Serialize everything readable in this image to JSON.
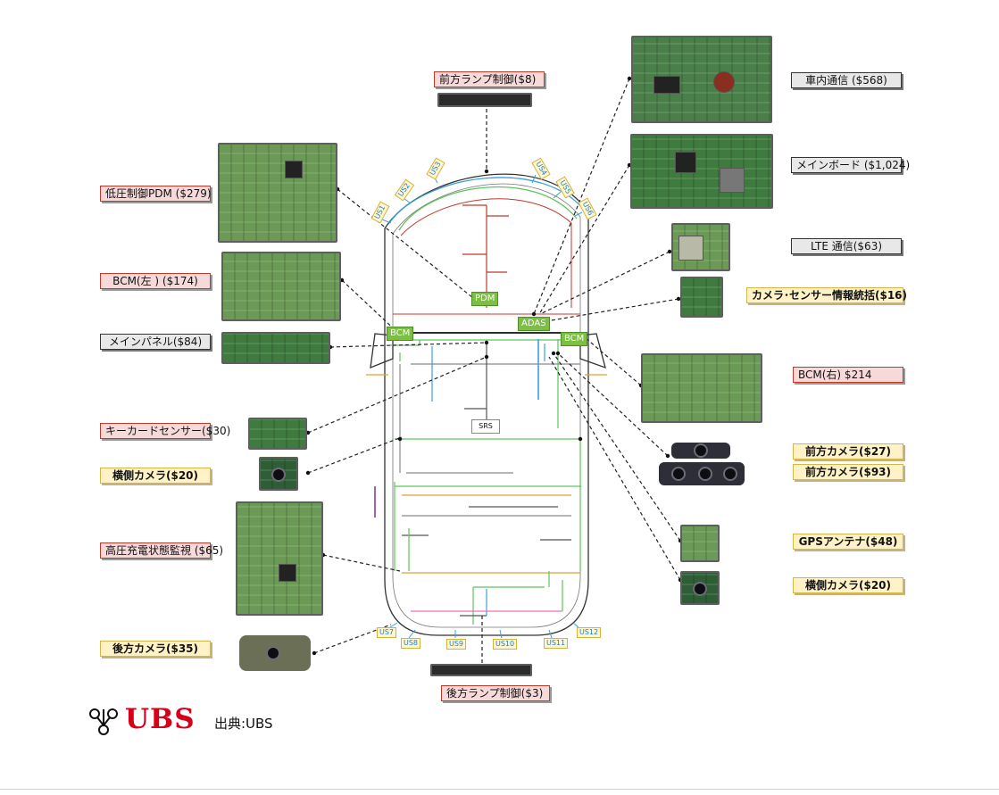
{
  "labels": {
    "front_lamp": "前方ランプ制御($8)",
    "in_vehicle_comm": "車内通信 ($568)",
    "main_board": "メインボード ($1,024)",
    "lte": "LTE 通信($63)",
    "camera_sensor_fusion": "カメラ･センサー情報統括($16)",
    "bcm_right": "BCM(右) $214",
    "front_camera_1": "前方カメラ($27)",
    "front_camera_2": "前方カメラ($93)",
    "gps": "GPSアンテナ($48)",
    "side_camera_right": "横側カメラ($20)",
    "rear_lamp": "後方ランプ制御($3)",
    "low_voltage_pdm": "低圧制御PDM ($279)",
    "bcm_left": "BCM(左 ) ($174)",
    "main_panel": "メインパネル($84)",
    "key_card": "キーカードセンサー($30)",
    "side_camera_left": "横側カメラ($20)",
    "hv_charge": "高圧充電状態監視 ($65)",
    "rear_camera": "後方カメラ($35)"
  },
  "ecu": {
    "pdm": "PDM",
    "adas": "ADAS",
    "bcm_left": "BCM",
    "bcm_right": "BCM",
    "srs": "SRS"
  },
  "sensors": {
    "us1": "US1",
    "us2": "US2",
    "us3": "US3",
    "us4": "US4",
    "us5": "US5",
    "us6": "US6",
    "us7": "US7",
    "us8": "US8",
    "us9": "US9",
    "us10": "US10",
    "us11": "US11",
    "us12": "US12"
  },
  "brand": {
    "logo_text": "UBS",
    "logo_color": "#d60018",
    "source": "出典:UBS"
  },
  "wire_colors": {
    "green": "#5ec45e",
    "blue": "#3aa0e0",
    "red": "#c0392b",
    "orange": "#e0a030",
    "gray": "#8a8a8a",
    "pink": "#e870c0",
    "purple": "#8a3ca0"
  }
}
